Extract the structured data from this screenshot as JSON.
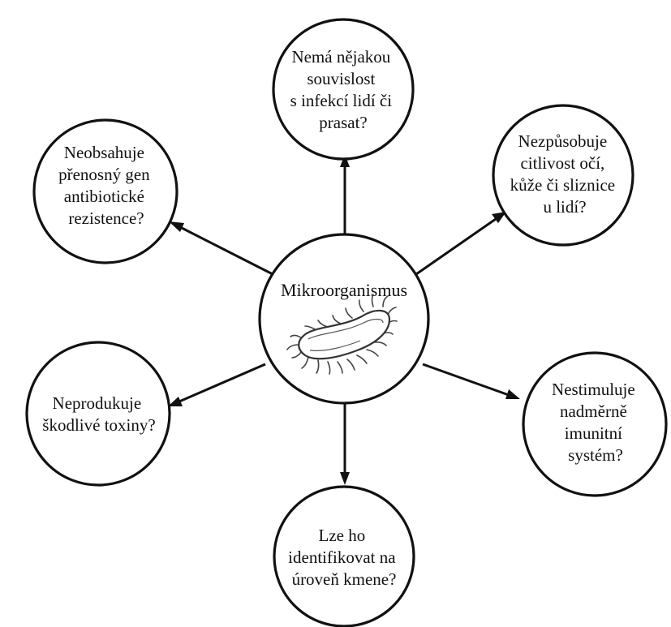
{
  "center": {
    "label": "Mikroorganismus",
    "icon": "bacterium-icon"
  },
  "nodes": [
    {
      "id": "top",
      "lines": [
        "Nemá nějakou",
        "souvislost",
        "s infekcí lidí či",
        "prasat?"
      ]
    },
    {
      "id": "upper-left",
      "lines": [
        "Neobsahuje",
        "přenosný gen",
        "antibiotické",
        "rezistence?"
      ]
    },
    {
      "id": "upper-right",
      "lines": [
        "Nezpůsobuje",
        "citlivost očí,",
        "kůže či sliznice",
        "u lidí?"
      ]
    },
    {
      "id": "lower-left",
      "lines": [
        "Neprodukuje",
        "škodlivé toxiny?"
      ]
    },
    {
      "id": "lower-right",
      "lines": [
        "Nestimuluje",
        "nadměrně",
        "imunitní",
        "systém?"
      ]
    },
    {
      "id": "bottom",
      "lines": [
        "Lze ho",
        "identifikovat na",
        "úroveň kmene?"
      ]
    }
  ]
}
